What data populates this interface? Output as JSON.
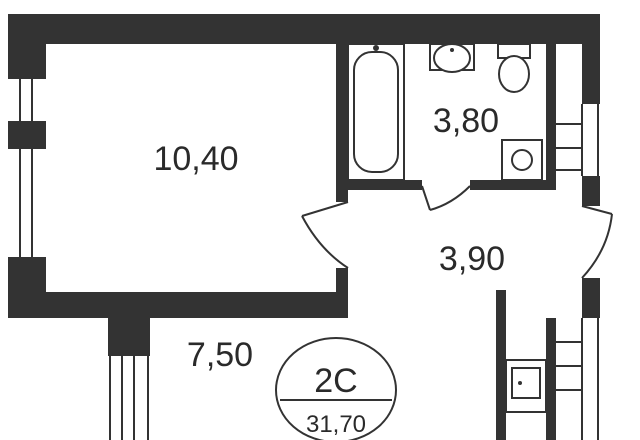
{
  "rooms": {
    "living_room_area": "10,40",
    "bathroom_area": "3,80",
    "hallway_area": "3,90",
    "kitchen_area": "7,50"
  },
  "apartment": {
    "type": "2С",
    "total_area": "31,70"
  },
  "colors": {
    "wall": "#333333",
    "background": "#ffffff"
  }
}
